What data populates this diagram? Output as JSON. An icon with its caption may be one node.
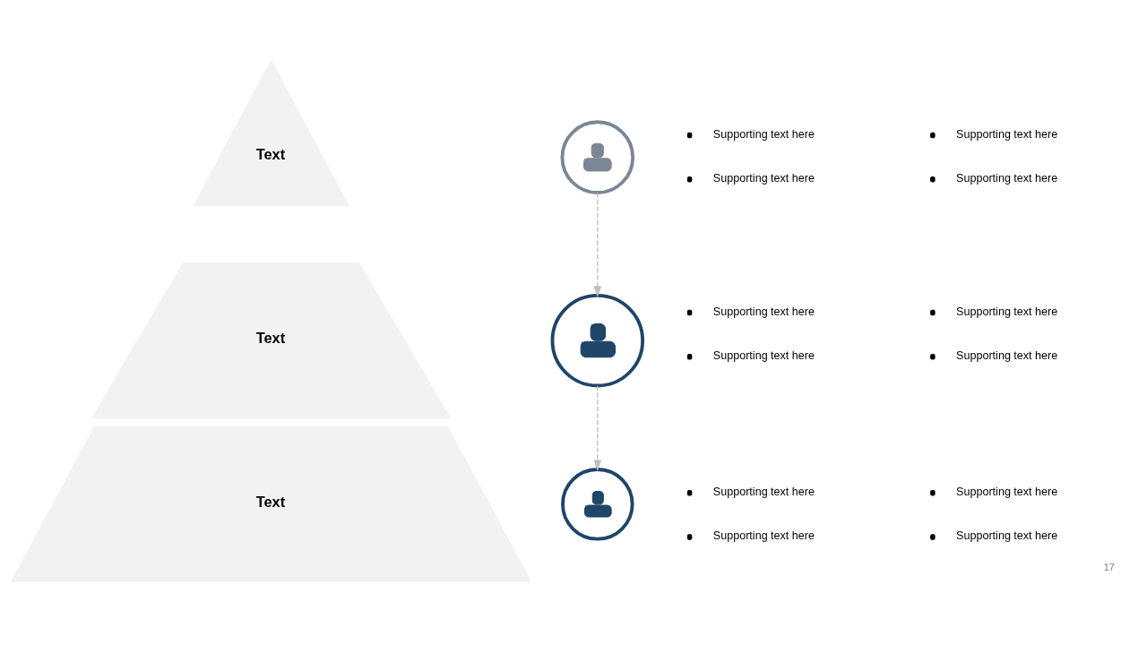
{
  "diagram": {
    "nodes": [
      {
        "text": [
          "Text"
        ]
      },
      {
        "text": [],
        "shape": "circle"
      },
      {
        "text": [
          "Text"
        ]
      },
      {
        "text": [],
        "shape": "circle"
      },
      {
        "text": [
          "Text"
        ]
      },
      {
        "text": [],
        "shape": "circle"
      }
    ],
    "edges": [
      {
        "from": 1,
        "to": 3,
        "arrow": "to",
        "style": "dashed"
      },
      {
        "from": 3,
        "to": 5,
        "arrow": "to",
        "style": "dashed"
      }
    ],
    "labels": [
      "Supporting text here",
      "Supporting text here",
      "Supporting text here",
      "Supporting text here",
      "Supporting text here",
      "Supporting text here",
      "Supporting text here",
      "Supporting text here",
      "Supporting text here",
      "Supporting text here",
      "Supporting text here",
      "Supporting text here",
      "17"
    ]
  }
}
